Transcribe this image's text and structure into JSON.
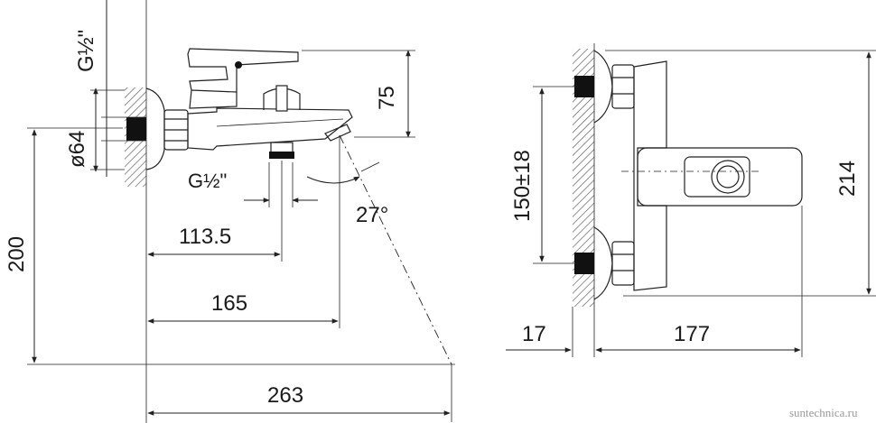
{
  "left_view": {
    "thread_top": "G½\"",
    "diameter": "ø64",
    "height_spout": "75",
    "thread_bottom": "G½\"",
    "angle": "27°",
    "dim_113": "113.5",
    "dim_165": "165",
    "dim_200": "200",
    "dim_263": "263"
  },
  "right_view": {
    "centers": "150±18",
    "height": "214",
    "wall": "17",
    "depth": "177"
  },
  "watermark": "suntechnica.ru"
}
